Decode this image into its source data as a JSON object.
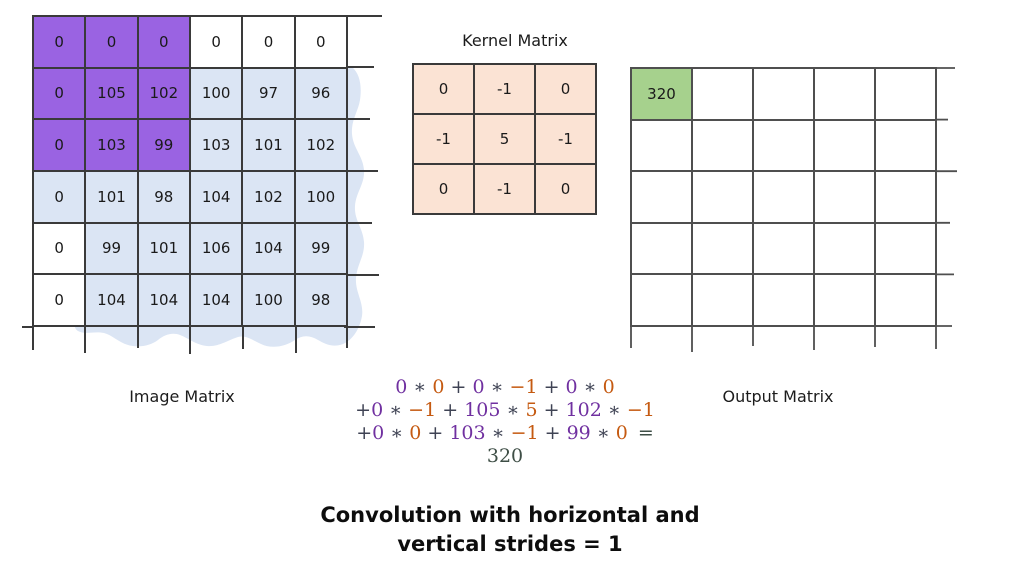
{
  "colors": {
    "cell_purple": "#9a63e2",
    "cell_blue": "#dbe5f4",
    "cell_peach": "#fbe3d4",
    "cell_green": "#a6d18d",
    "grid_line": "#3a3a3a",
    "grid_line_light": "#4f4f4f",
    "f_img": "#7030a0",
    "f_ker": "#c55a11",
    "f_op": "#3f4354",
    "f_res": "#3e4e46"
  },
  "labels": {
    "kernel": "Kernel Matrix",
    "image": "Image Matrix",
    "output": "Output Matrix"
  },
  "title": {
    "line1": "Convolution with horizontal and",
    "line2": "vertical strides = 1"
  },
  "image_matrix": {
    "rows": 6,
    "cols": 6,
    "cells": [
      {
        "v": "0",
        "bg": "p"
      },
      {
        "v": "0",
        "bg": "p"
      },
      {
        "v": "0",
        "bg": "p"
      },
      {
        "v": "0",
        "bg": "w"
      },
      {
        "v": "0",
        "bg": "w"
      },
      {
        "v": "0",
        "bg": "w"
      },
      {
        "v": "0",
        "bg": "p"
      },
      {
        "v": "105",
        "bg": "p"
      },
      {
        "v": "102",
        "bg": "p"
      },
      {
        "v": "100",
        "bg": "b"
      },
      {
        "v": "97",
        "bg": "b"
      },
      {
        "v": "96",
        "bg": "b"
      },
      {
        "v": "0",
        "bg": "p"
      },
      {
        "v": "103",
        "bg": "p"
      },
      {
        "v": "99",
        "bg": "p"
      },
      {
        "v": "103",
        "bg": "b"
      },
      {
        "v": "101",
        "bg": "b"
      },
      {
        "v": "102",
        "bg": "b"
      },
      {
        "v": "0",
        "bg": "b"
      },
      {
        "v": "101",
        "bg": "b"
      },
      {
        "v": "98",
        "bg": "b"
      },
      {
        "v": "104",
        "bg": "b"
      },
      {
        "v": "102",
        "bg": "b"
      },
      {
        "v": "100",
        "bg": "b"
      },
      {
        "v": "0",
        "bg": "w"
      },
      {
        "v": "99",
        "bg": "b"
      },
      {
        "v": "101",
        "bg": "b"
      },
      {
        "v": "106",
        "bg": "b"
      },
      {
        "v": "104",
        "bg": "b"
      },
      {
        "v": "99",
        "bg": "b"
      },
      {
        "v": "0",
        "bg": "w"
      },
      {
        "v": "104",
        "bg": "b"
      },
      {
        "v": "104",
        "bg": "b"
      },
      {
        "v": "104",
        "bg": "b"
      },
      {
        "v": "100",
        "bg": "b"
      },
      {
        "v": "98",
        "bg": "b"
      }
    ]
  },
  "kernel_matrix": {
    "rows": 3,
    "cols": 3,
    "cells": [
      {
        "v": "0",
        "bg": "k"
      },
      {
        "v": "-1",
        "bg": "k"
      },
      {
        "v": "0",
        "bg": "k"
      },
      {
        "v": "-1",
        "bg": "k"
      },
      {
        "v": "5",
        "bg": "k"
      },
      {
        "v": "-1",
        "bg": "k"
      },
      {
        "v": "0",
        "bg": "k"
      },
      {
        "v": "-1",
        "bg": "k"
      },
      {
        "v": "0",
        "bg": "k"
      }
    ]
  },
  "output_matrix": {
    "rows": 5,
    "cols": 5,
    "cells": [
      {
        "v": "320",
        "bg": "g"
      },
      {
        "v": "",
        "bg": "w"
      },
      {
        "v": "",
        "bg": "w"
      },
      {
        "v": "",
        "bg": "w"
      },
      {
        "v": "",
        "bg": "w"
      },
      {
        "v": "",
        "bg": "w"
      },
      {
        "v": "",
        "bg": "w"
      },
      {
        "v": "",
        "bg": "w"
      },
      {
        "v": "",
        "bg": "w"
      },
      {
        "v": "",
        "bg": "w"
      },
      {
        "v": "",
        "bg": "w"
      },
      {
        "v": "",
        "bg": "w"
      },
      {
        "v": "",
        "bg": "w"
      },
      {
        "v": "",
        "bg": "w"
      },
      {
        "v": "",
        "bg": "w"
      },
      {
        "v": "",
        "bg": "w"
      },
      {
        "v": "",
        "bg": "w"
      },
      {
        "v": "",
        "bg": "w"
      },
      {
        "v": "",
        "bg": "w"
      },
      {
        "v": "",
        "bg": "w"
      },
      {
        "v": "",
        "bg": "w"
      },
      {
        "v": "",
        "bg": "w"
      },
      {
        "v": "",
        "bg": "w"
      },
      {
        "v": "",
        "bg": "w"
      },
      {
        "v": "",
        "bg": "w"
      }
    ]
  },
  "formula": {
    "lines": [
      [
        {
          "t": "0",
          "c": "i"
        },
        {
          "t": " ∗ ",
          "c": "o"
        },
        {
          "t": "0",
          "c": "k"
        },
        {
          "t": " + ",
          "c": "o"
        },
        {
          "t": "0",
          "c": "i"
        },
        {
          "t": " ∗ ",
          "c": "o"
        },
        {
          "t": "−1",
          "c": "k"
        },
        {
          "t": " + ",
          "c": "o"
        },
        {
          "t": "0",
          "c": "i"
        },
        {
          "t": " ∗ ",
          "c": "o"
        },
        {
          "t": "0",
          "c": "k"
        }
      ],
      [
        {
          "t": "+",
          "c": "o"
        },
        {
          "t": "0",
          "c": "i"
        },
        {
          "t": " ∗ ",
          "c": "o"
        },
        {
          "t": "−1",
          "c": "k"
        },
        {
          "t": " + ",
          "c": "o"
        },
        {
          "t": "105",
          "c": "i"
        },
        {
          "t": " ∗ ",
          "c": "o"
        },
        {
          "t": "5",
          "c": "k"
        },
        {
          "t": " + ",
          "c": "o"
        },
        {
          "t": "102",
          "c": "i"
        },
        {
          "t": " ∗ ",
          "c": "o"
        },
        {
          "t": "−1",
          "c": "k"
        }
      ],
      [
        {
          "t": "+",
          "c": "o"
        },
        {
          "t": "0",
          "c": "i"
        },
        {
          "t": " ∗ ",
          "c": "o"
        },
        {
          "t": "0",
          "c": "k"
        },
        {
          "t": " + ",
          "c": "o"
        },
        {
          "t": "103",
          "c": "i"
        },
        {
          "t": " ∗ ",
          "c": "o"
        },
        {
          "t": "−1",
          "c": "k"
        },
        {
          "t": " + ",
          "c": "o"
        },
        {
          "t": "99",
          "c": "i"
        },
        {
          "t": " ∗ ",
          "c": "o"
        },
        {
          "t": "0",
          "c": "k"
        },
        {
          "t": "= 320",
          "c": "r"
        }
      ]
    ]
  }
}
